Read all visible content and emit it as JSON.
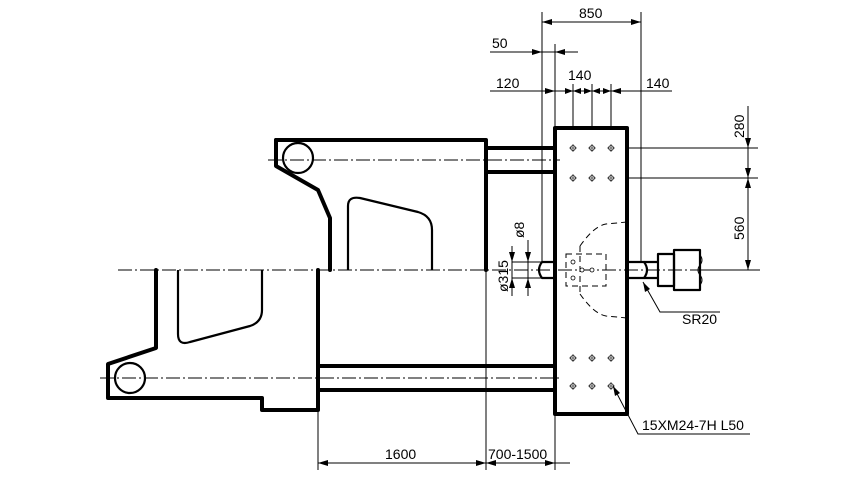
{
  "dimensions": {
    "overall_width": "850",
    "offset_50": "50",
    "offset_120": "120",
    "pitch_140_a": "140",
    "pitch_140_b": "140",
    "vertical_280": "280",
    "vertical_560": "560",
    "bore_8": "ø8",
    "bore_315": "ø315",
    "tie_bar_1600": "1600",
    "stroke_700_1500": "700-1500"
  },
  "callouts": {
    "ball_radius": "SR20",
    "thread_spec": "15XM24-7H L50"
  }
}
